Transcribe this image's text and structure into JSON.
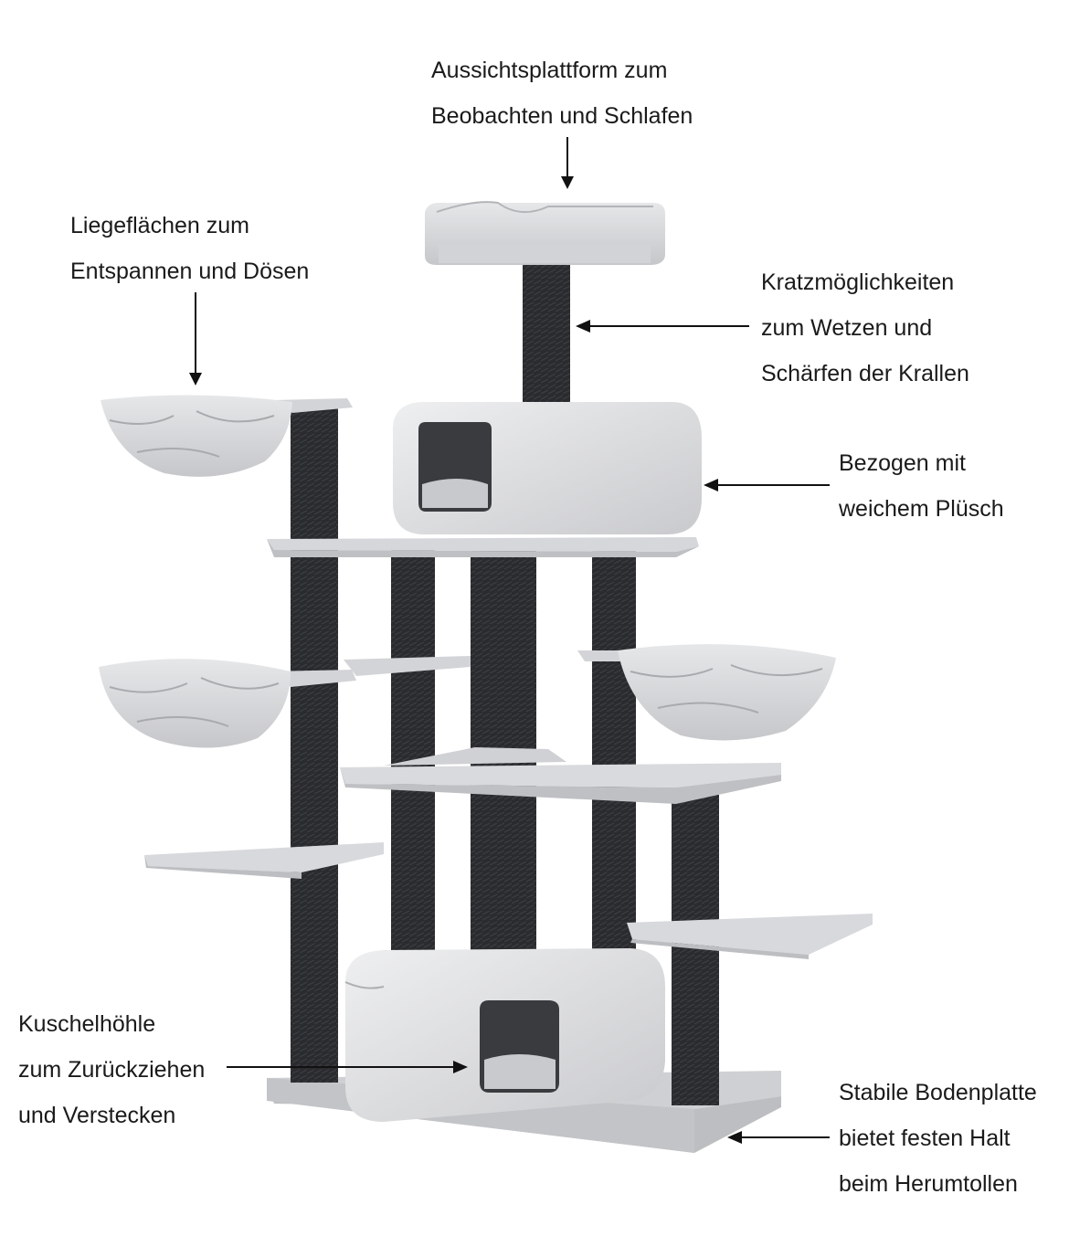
{
  "colors": {
    "plush": "#d8d9db",
    "plush_dark": "#b9babd",
    "plush_light": "#ececee",
    "post": "#2a2b2e",
    "arrow": "#111111",
    "text": "#1a1a1a"
  },
  "annotations": {
    "top": {
      "line1": "Aussichtsplattform zum",
      "line2": "Beobachten und Schlafen"
    },
    "hammock": {
      "line1": "Liegeflächen zum",
      "line2": "Entspannen und Dösen"
    },
    "scratch": {
      "line1": "Kratzmöglichkeiten",
      "line2": "zum Wetzen und",
      "line3": "Schärfen der Krallen"
    },
    "plush": {
      "line1": "Bezogen mit",
      "line2": "weichem Plüsch"
    },
    "cave": {
      "line1": "Kuschelhöhle",
      "line2": "zum Zurückziehen",
      "line3": "und Verstecken"
    },
    "base": {
      "line1": "Stabile Bodenplatte",
      "line2": "bietet festen Halt",
      "line3": "beim Herumtollen"
    }
  }
}
